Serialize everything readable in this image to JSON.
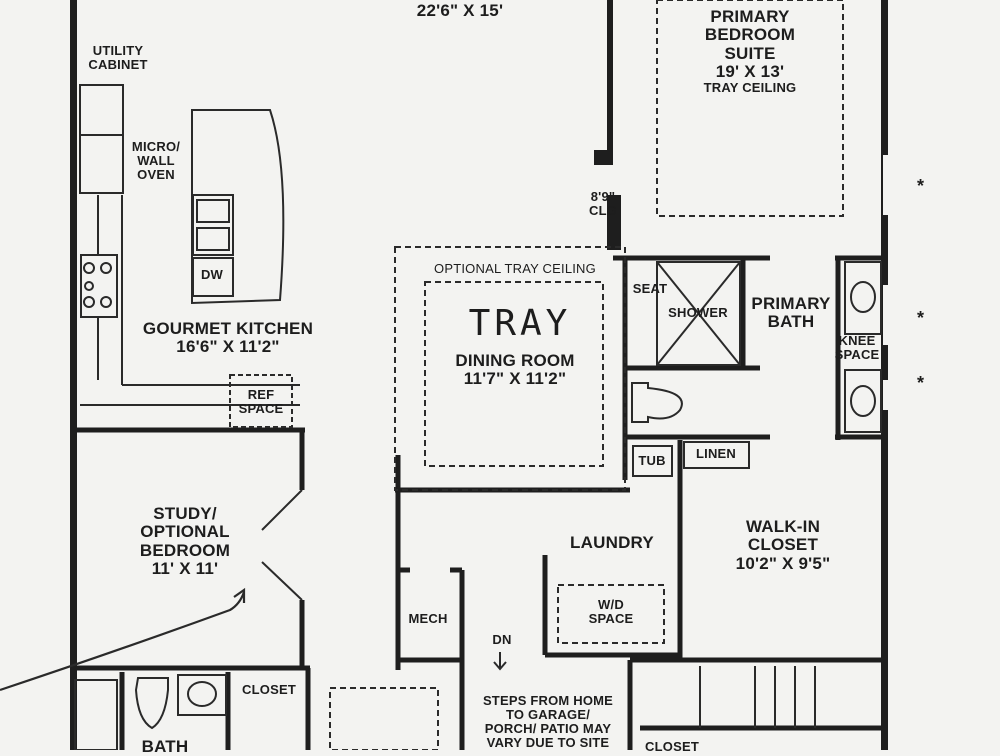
{
  "rooms": {
    "great_room_dims": "22'6\" X 15'",
    "primary_suite": {
      "l1": "PRIMARY",
      "l2": "BEDROOM",
      "l3": "SUITE",
      "dims": "19' X 13'",
      "note": "TRAY CEILING"
    },
    "clg": {
      "l1": "8'9\"",
      "l2": "CLG"
    },
    "utility": {
      "l1": "UTILITY",
      "l2": "CABINET"
    },
    "micro": {
      "l1": "MICRO/",
      "l2": "WALL",
      "l3": "OVEN"
    },
    "dw": "DW",
    "kitchen": {
      "name": "GOURMET KITCHEN",
      "dims": "16'6\" X 11'2\""
    },
    "ref": {
      "l1": "REF",
      "l2": "SPACE"
    },
    "optional_tray": "OPTIONAL TRAY CEILING",
    "tray_handwritten": "TRAY",
    "dining": {
      "name": "DINING ROOM",
      "dims": "11'7\" X 11'2\""
    },
    "seat": "SEAT",
    "shower": "SHOWER",
    "primary_bath": {
      "l1": "PRIMARY",
      "l2": "BATH"
    },
    "knee": {
      "l1": "KNEE",
      "l2": "SPACE"
    },
    "tub": "TUB",
    "linen": "LINEN",
    "study": {
      "l1": "STUDY/",
      "l2": "OPTIONAL",
      "l3": "BEDROOM",
      "dims": "11' X 11'"
    },
    "laundry": "LAUNDRY",
    "wd": {
      "l1": "W/D",
      "l2": "SPACE"
    },
    "walkin": {
      "l1": "WALK-IN",
      "l2": "CLOSET",
      "dims": "10'2\" X 9'5\""
    },
    "mech": "MECH",
    "dn": "DN",
    "closet": "CLOSET",
    "bath": "BATH",
    "steps": {
      "l1": "STEPS FROM HOME",
      "l2": "TO GARAGE/",
      "l3": "PORCH/ PATIO MAY",
      "l4": "VARY DUE TO SITE"
    },
    "closet_bottom": "CLOSET"
  },
  "margin_marks": [
    "*",
    "*",
    "*"
  ],
  "colors": {
    "wall": "#1e1e1e",
    "paper": "#f3f3f1",
    "line": "#2a2a2a"
  }
}
